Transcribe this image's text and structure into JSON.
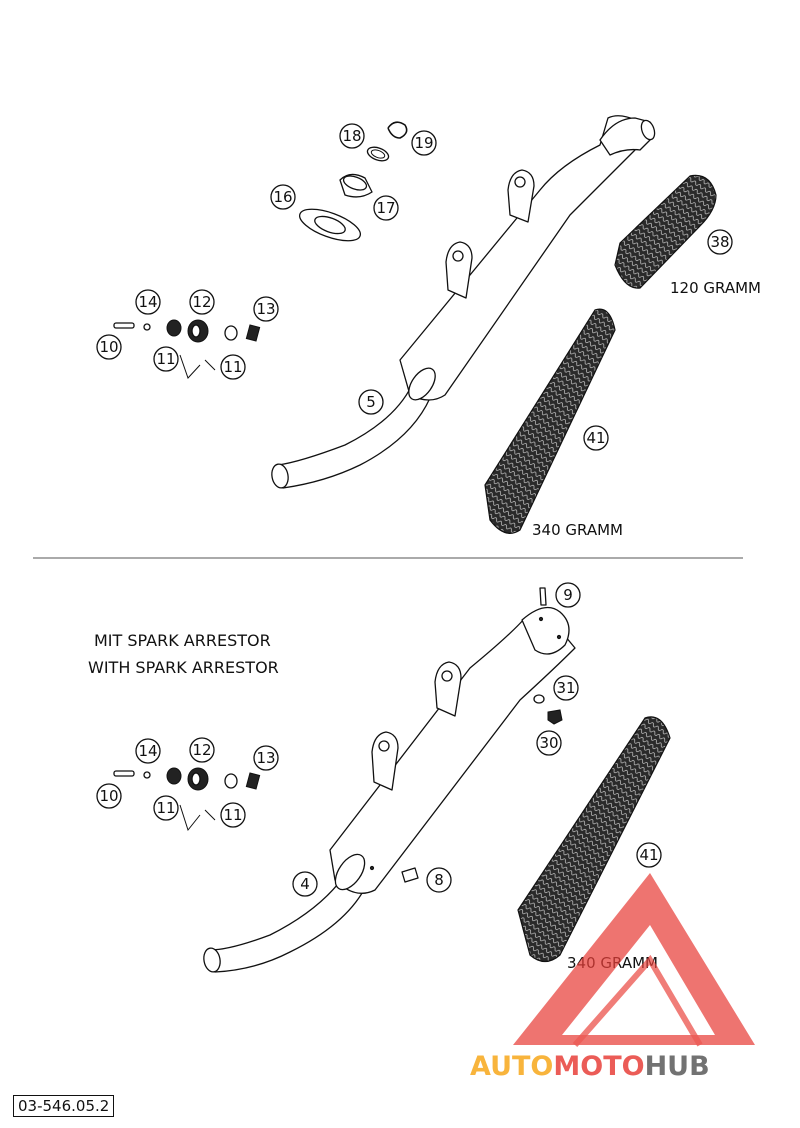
{
  "top_section": {
    "packing_small_label": "120 GRAMM",
    "packing_large_label": "340 GRAMM",
    "callouts": {
      "c5": "5",
      "c10": "10",
      "c11a": "11",
      "c11b": "11",
      "c12": "12",
      "c13": "13",
      "c14": "14",
      "c16": "16",
      "c17": "17",
      "c18": "18",
      "c19": "19",
      "c38": "38",
      "c41": "41"
    }
  },
  "bottom_section": {
    "title_de": "MIT SPARK ARRESTOR",
    "title_en": "WITH SPARK ARRESTOR",
    "packing_label": "340 GRAMM",
    "callouts": {
      "c4": "4",
      "c8": "8",
      "c9": "9",
      "c10": "10",
      "c11a": "11",
      "c11b": "11",
      "c12": "12",
      "c13": "13",
      "c14": "14",
      "c30": "30",
      "c31": "31",
      "c41": "41"
    }
  },
  "reference_code": "03-546.05.2",
  "watermark": {
    "text_part1": "AUTO",
    "text_part2": "MOTO",
    "text_part3": "HUB",
    "color_orange": "#f7a81b",
    "color_red": "#e8403a",
    "color_gray": "#5a5a5a"
  }
}
